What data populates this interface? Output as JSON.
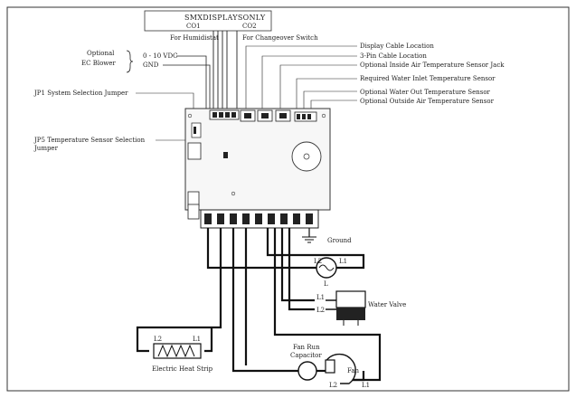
{
  "diagram": {
    "header": {
      "title": "SMXDISPLAYSONLY",
      "co1": "CO1",
      "co2": "CO2",
      "thermostat": "For Humidistat",
      "changeover": "For Changeover Switch"
    },
    "left_labels": {
      "optional": "Optional",
      "ec_blower": "EC Blower",
      "vdc": "0 - 10 VDC",
      "gnd": "GND",
      "jp1": "JP1 System Selection Jumper",
      "jp5_line1": "JP5 Temperature Sensor Selection",
      "jp5_line2": "Jumper"
    },
    "right_labels": {
      "display_cable": "Display Cable Location",
      "pin_cable": "3-Pin Cable Location",
      "inside_sensor": "Optional Inside Air Temperature Sensor Jack",
      "water_inlet": "Required Water Inlet Temperature Sensor",
      "water_out": "Optional Water Out Temperature Sensor",
      "outside_air": "Optional Outside Air Temperature Sensor"
    },
    "components": {
      "ground": "Ground",
      "l2": "L2",
      "l1": "L1",
      "l1_mark": "L",
      "water_valve": "Water Valve",
      "heat_l2": "L2",
      "heat_l1": "L1",
      "heat_strip": "Electric Heat Strip",
      "capacitor_line1": "Fan Run",
      "capacitor_line2": "Capacitor",
      "fan": "Fan",
      "fan_l2": "L2",
      "fan_l1": "L1"
    },
    "colors": {
      "line": "#222222",
      "wire": "#111111",
      "board_fill": "#f7f7f7",
      "board_stroke": "#333333"
    }
  }
}
